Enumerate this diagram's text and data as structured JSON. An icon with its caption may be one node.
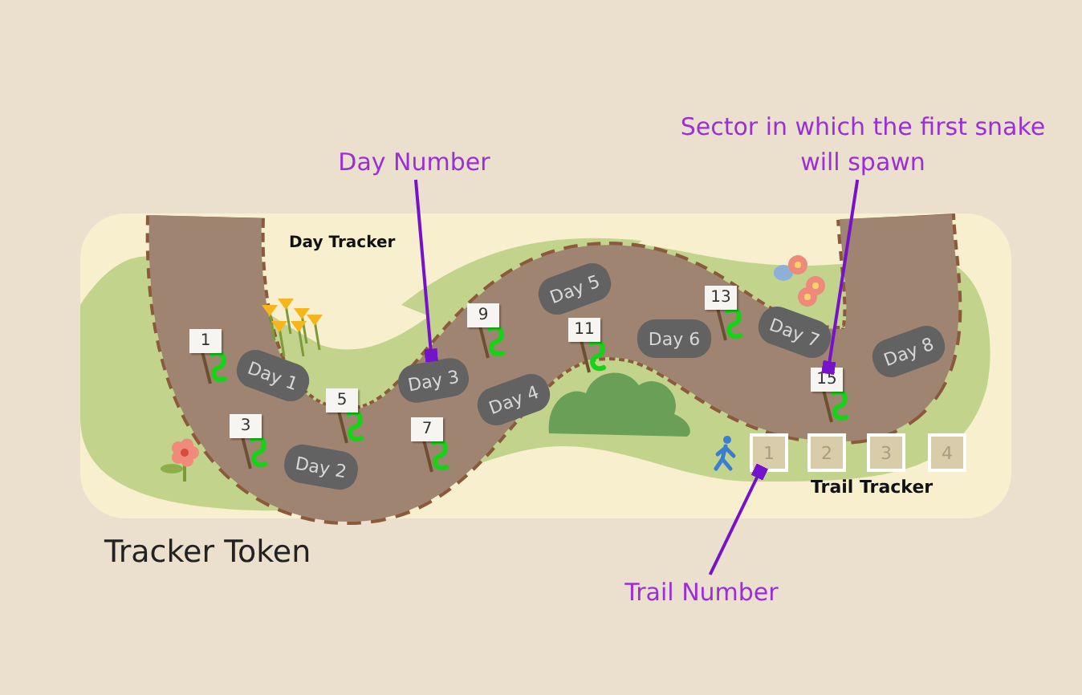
{
  "diagram": {
    "nodes": [
      {
        "text": [
          "Day Number"
        ]
      },
      {
        "text": [
          "Sector in which the first snake will spawn"
        ]
      },
      {
        "text": [
          "Day 1"
        ]
      },
      {
        "text": [
          "Day 2"
        ]
      },
      {
        "text": [
          "Day 3"
        ]
      },
      {
        "text": [
          "Day 4"
        ]
      },
      {
        "text": [
          "Day 5"
        ]
      },
      {
        "text": [
          "Day 6"
        ]
      },
      {
        "text": [
          "Day 7"
        ]
      },
      {
        "text": [
          "Day 8"
        ]
      },
      {
        "text": [
          "1"
        ]
      },
      {
        "text": [
          "3"
        ]
      },
      {
        "text": [
          "5"
        ]
      },
      {
        "text": [
          "7"
        ]
      },
      {
        "text": [
          "9"
        ]
      },
      {
        "text": [
          "11"
        ]
      },
      {
        "text": [
          "13"
        ]
      },
      {
        "text": [
          "15"
        ]
      },
      {
        "text": [
          "1"
        ]
      },
      {
        "text": [
          "2"
        ]
      },
      {
        "text": [
          "3"
        ]
      },
      {
        "text": [
          "4"
        ]
      },
      {
        "text": [
          "Trail Number"
        ]
      }
    ],
    "edges": [
      {
        "from": 0,
        "to": 4,
        "arrow": "other"
      },
      {
        "from": 1,
        "to": 17,
        "arrow": "other"
      },
      {
        "from": 22,
        "to": 18,
        "arrow": "other"
      }
    ],
    "labels": [
      "Day Tracker",
      "Trail Tracker",
      "Tracker Token"
    ]
  }
}
